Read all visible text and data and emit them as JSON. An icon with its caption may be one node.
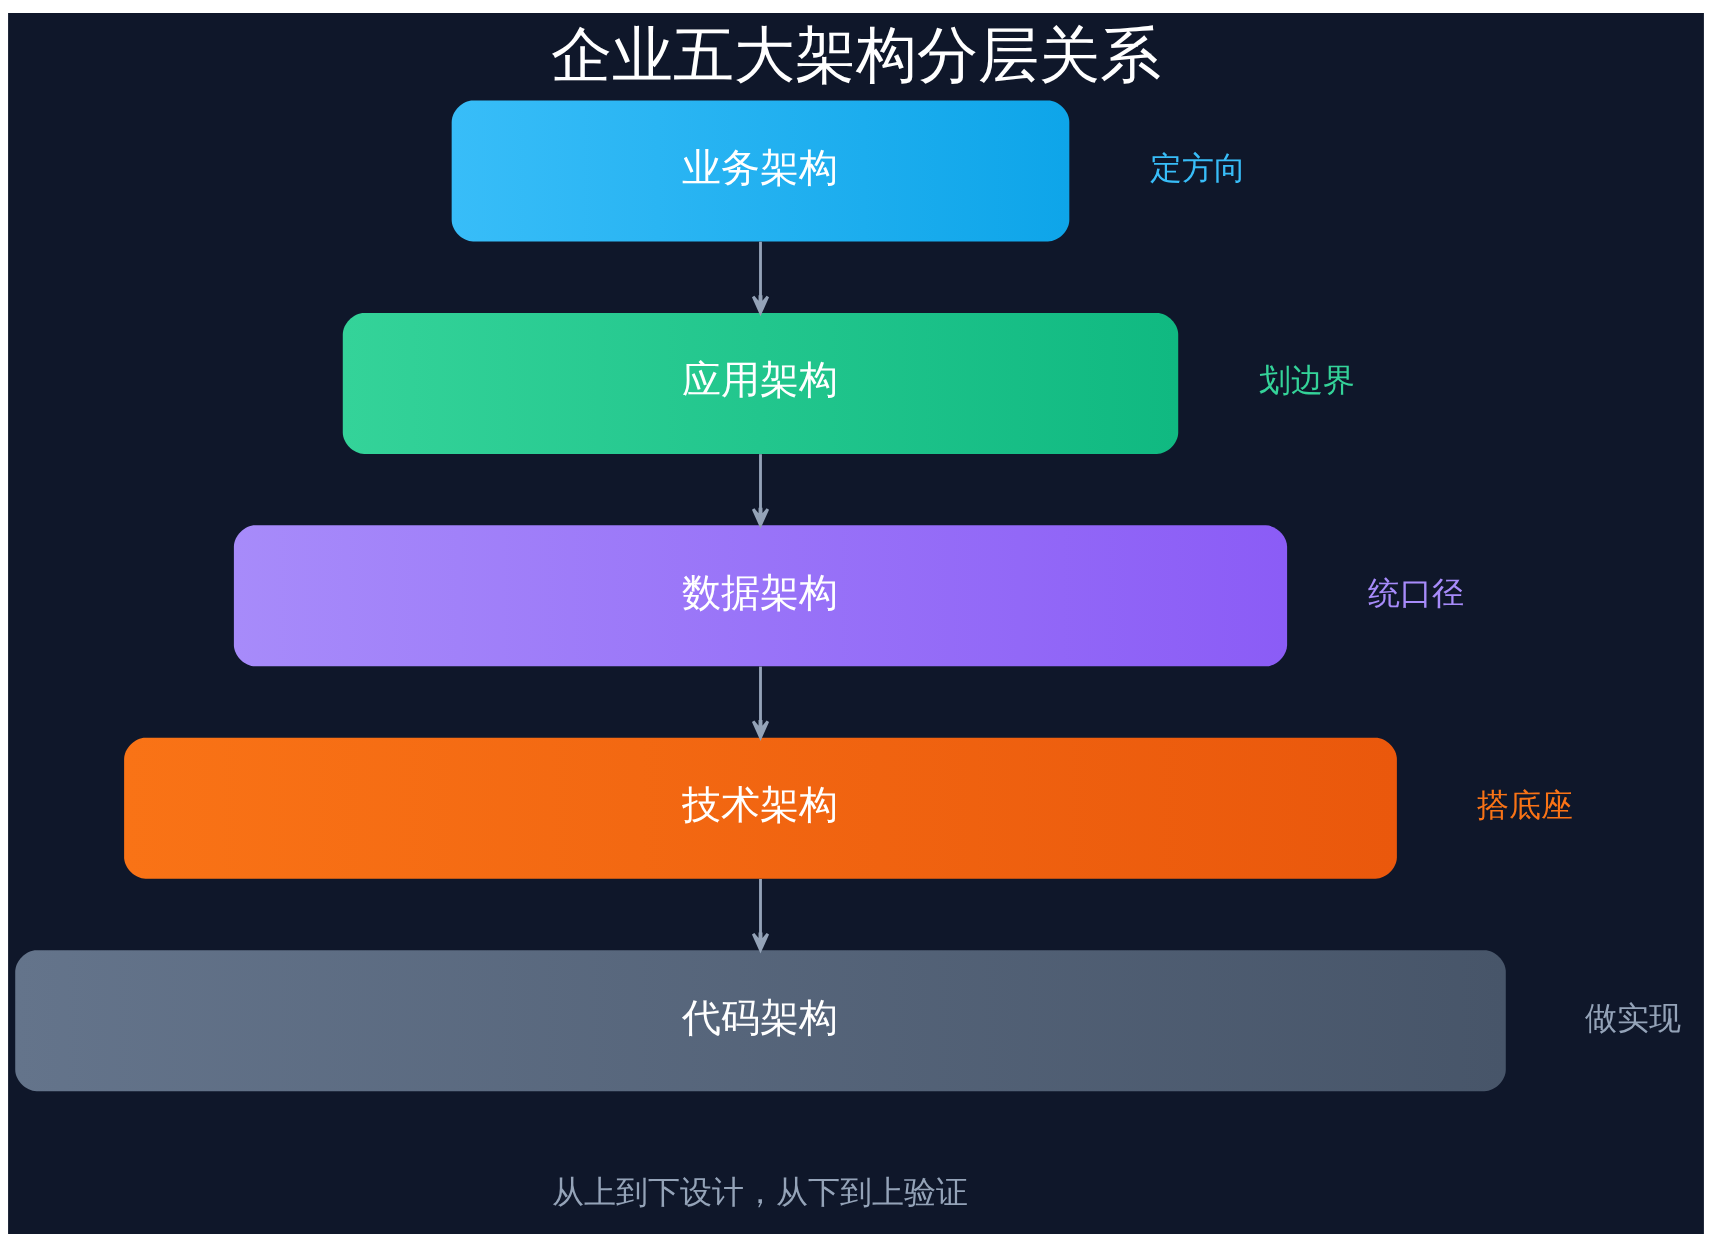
{
  "diagram": {
    "title": "企业五大架构分层关系",
    "caption": "从上到下设计，从下到上验证",
    "nodes": [
      {
        "text": [
          "业务架构"
        ],
        "beside": [
          "定方向"
        ]
      },
      {
        "text": [
          "应用架构"
        ],
        "beside": [
          "划边界"
        ]
      },
      {
        "text": [
          "数据架构"
        ],
        "beside": [
          "统口径"
        ]
      },
      {
        "text": [
          "技术架构"
        ],
        "beside": [
          "搭底座"
        ]
      },
      {
        "text": [
          "代码架构"
        ],
        "beside": [
          "做实现"
        ]
      }
    ],
    "edges": [
      {
        "from": 0,
        "to": 1,
        "arrow": "to"
      },
      {
        "from": 1,
        "to": 2,
        "arrow": "to"
      },
      {
        "from": 2,
        "to": 3,
        "arrow": "to"
      },
      {
        "from": 3,
        "to": 4,
        "arrow": "to"
      }
    ]
  }
}
